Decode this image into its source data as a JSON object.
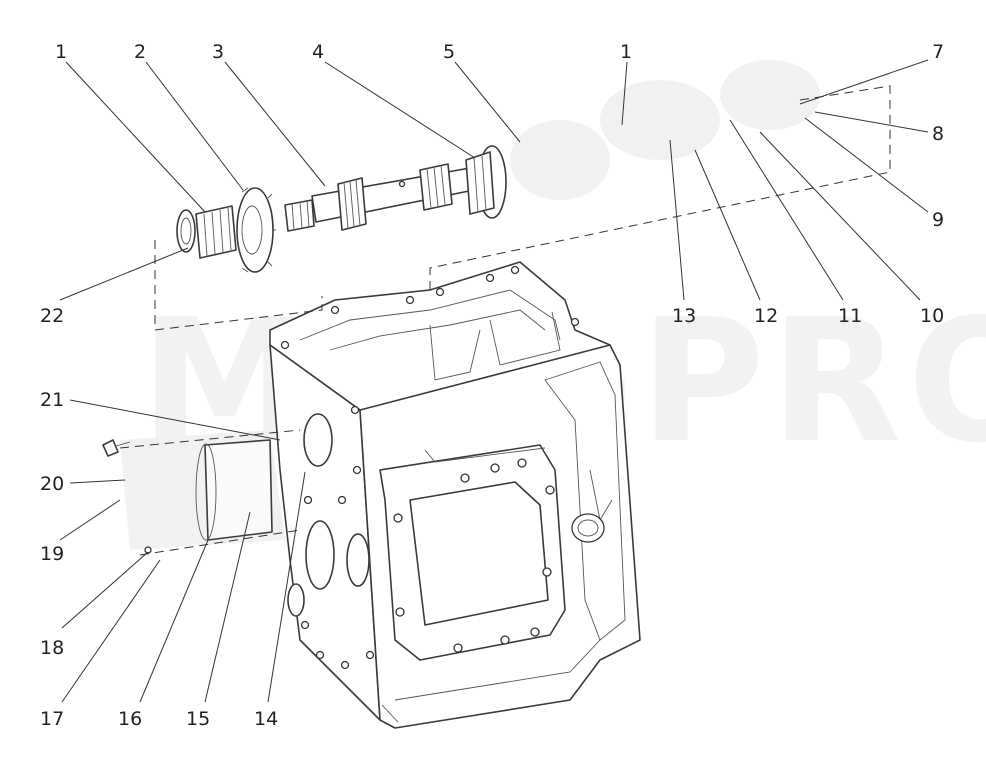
{
  "watermark": "MTZ-PRO",
  "callouts": [
    {
      "id": "c1a",
      "label": "1"
    },
    {
      "id": "c2",
      "label": "2"
    },
    {
      "id": "c3",
      "label": "3"
    },
    {
      "id": "c4",
      "label": "4"
    },
    {
      "id": "c5",
      "label": "5"
    },
    {
      "id": "c1b",
      "label": "1"
    },
    {
      "id": "c7",
      "label": "7"
    },
    {
      "id": "c8",
      "label": "8"
    },
    {
      "id": "c9",
      "label": "9"
    },
    {
      "id": "c10",
      "label": "10"
    },
    {
      "id": "c11",
      "label": "11"
    },
    {
      "id": "c12",
      "label": "12"
    },
    {
      "id": "c13",
      "label": "13"
    },
    {
      "id": "c22",
      "label": "22"
    },
    {
      "id": "c21",
      "label": "21"
    },
    {
      "id": "c20",
      "label": "20"
    },
    {
      "id": "c19",
      "label": "19"
    },
    {
      "id": "c18",
      "label": "18"
    },
    {
      "id": "c17",
      "label": "17"
    },
    {
      "id": "c16",
      "label": "16"
    },
    {
      "id": "c15",
      "label": "15"
    },
    {
      "id": "c14",
      "label": "14"
    }
  ]
}
